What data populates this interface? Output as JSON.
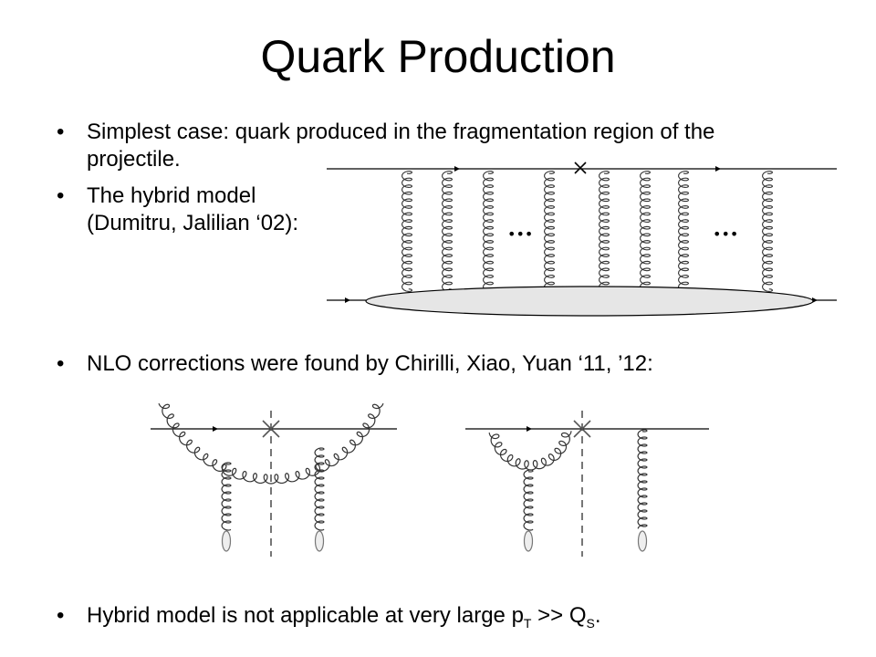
{
  "slide": {
    "title": "Quark Production",
    "bullets": [
      {
        "line1": "Simplest case: quark produced in the fragmentation region of the",
        "line2": "projectile."
      },
      {
        "line1": "The hybrid model",
        "line2": "(Dumitru, Jalilian ‘02):"
      },
      {
        "line1": "NLO corrections were found by Chirilli, Xiao, Yuan ‘11, ’12:"
      },
      {
        "pre": "Hybrid model is not applicable at very large p",
        "sub1": "T",
        "mid": " >> Q",
        "sub2": "S",
        "post": "."
      }
    ],
    "bullet_char": "•",
    "ellipsis": "•••"
  }
}
